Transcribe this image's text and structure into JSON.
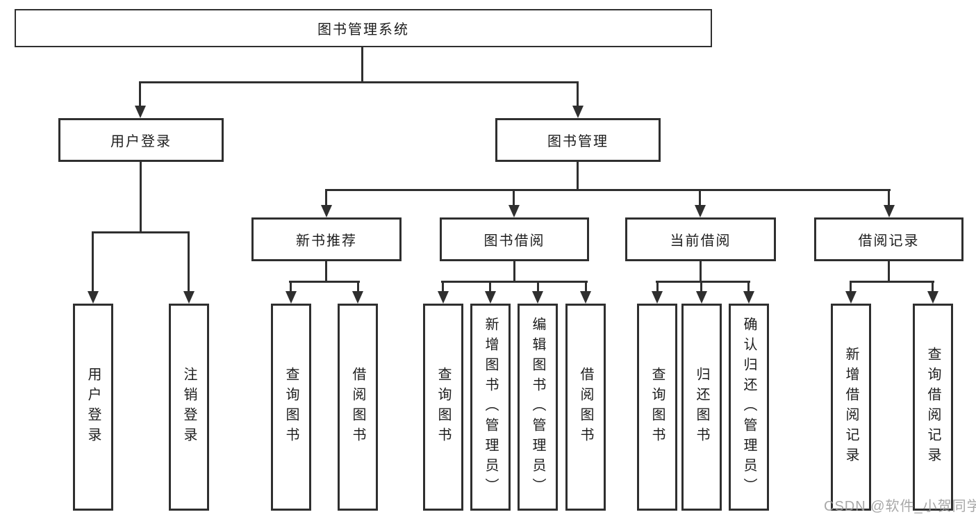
{
  "diagram": {
    "root": "图书管理系统",
    "level2": {
      "user_login": "用户登录",
      "book_management": "图书管理"
    },
    "level3": {
      "new_book_recommendation": "新书推荐",
      "book_borrowing": "图书借阅",
      "current_borrowing": "当前借阅",
      "borrowing_records": "借阅记录"
    },
    "leaves": {
      "user_login": "用户登录",
      "logout": "注销登录",
      "recommend_query_books": "查询图书",
      "recommend_borrow_books": "借阅图书",
      "borrowing_query_books": "查询图书",
      "borrowing_add_books_admin": "新增图书（管理员）",
      "borrowing_edit_books_admin": "编辑图书（管理员）",
      "borrowing_borrow_books": "借阅图书",
      "current_query_books": "查询图书",
      "current_return_books": "归还图书",
      "current_confirm_return_admin": "确认归还（管理员）",
      "records_add_record": "新增借阅记录",
      "records_query_record": "查询借阅记录"
    },
    "watermark": "CSDN @软件_小贺同学",
    "colors": {
      "line": "#2f2f2f",
      "text": "#1d1d1d",
      "watermark": "#9e9e9e",
      "background": "#ffffff"
    }
  }
}
